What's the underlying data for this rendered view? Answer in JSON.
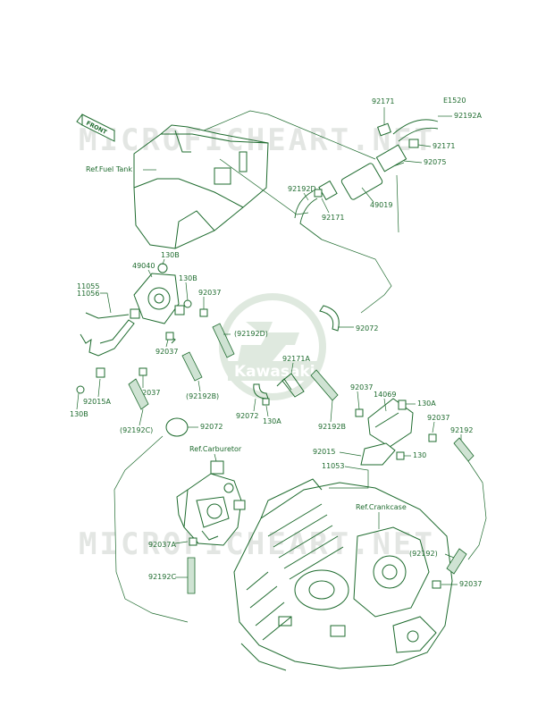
{
  "diagram_code": "E1520",
  "front_label": "FRONT",
  "watermark_text": "MICROFICHEART.NET",
  "logo_text": "Kawasaki",
  "refs": {
    "fuel_tank": "Ref.Fuel Tank",
    "carburetor": "Ref.Carburetor",
    "crankcase": "Ref.Crankcase"
  },
  "labels": {
    "l92171_top": "92171",
    "l92192A": "92192A",
    "l92171_right": "92171",
    "l92075": "92075",
    "l92192D": "92192D",
    "l92171_mid": "92171",
    "l49019": "49019",
    "l130B_top": "130B",
    "l49040": "49040",
    "l130B_mid": "130B",
    "l11055": "11055",
    "l11056": "11056",
    "l92037_a": "92037",
    "l92192D_p": "(92192D)",
    "l92072_right": "92072",
    "l92037_b": "92037",
    "l92171A": "92171A",
    "l92015A": "92015A",
    "l92037_c": "92037",
    "l92192B_p": "(92192B)",
    "l130B_bot": "130B",
    "l92192C_p": "(92192C)",
    "l92072_left": "92072",
    "l92072_mid": "92072",
    "l130A_mid": "130A",
    "l92037_d": "92037",
    "l14069": "14069",
    "l130A_right": "130A",
    "l92037_e": "92037",
    "l92192B": "92192B",
    "l92192": "92192",
    "l92015": "92015",
    "l130": "130",
    "l11053": "11053",
    "l92037A": "92037A",
    "l92192C": "92192C",
    "l92192_p": "(92192)",
    "l92037_f": "92037"
  },
  "colors": {
    "line": "#1e6b2e",
    "watermark": "#e3e6e3",
    "logo": "#dfe9df"
  }
}
